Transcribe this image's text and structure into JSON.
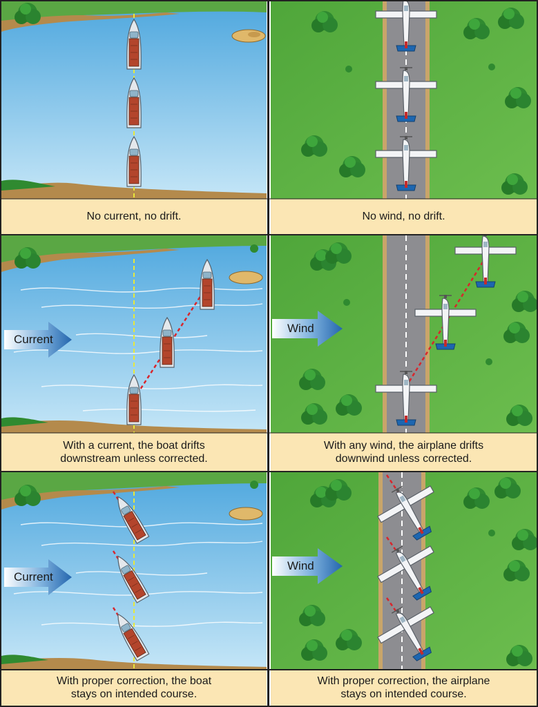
{
  "captions": {
    "row1_left": "No current, no drift.",
    "row1_right": "No wind, no drift.",
    "row2_left": "With a current, the boat drifts\ndownstream unless corrected.",
    "row2_right": "With any wind, the airplane drifts\ndownwind unless corrected.",
    "row3_left": "With proper correction, the boat\nstays on intended course.",
    "row3_right": "With proper correction, the airplane\nstays on intended course."
  },
  "arrows": {
    "current_label": "Current",
    "wind_label": "Wind"
  },
  "colors": {
    "water": "#7ec3ea",
    "grass": "#5fb346",
    "runway": "#8d8d91",
    "caption_bg": "#fbe6b4",
    "track_line": "#e8e83a",
    "drift_line": "#d8262c",
    "arrow_blue": "#2f74b8"
  }
}
